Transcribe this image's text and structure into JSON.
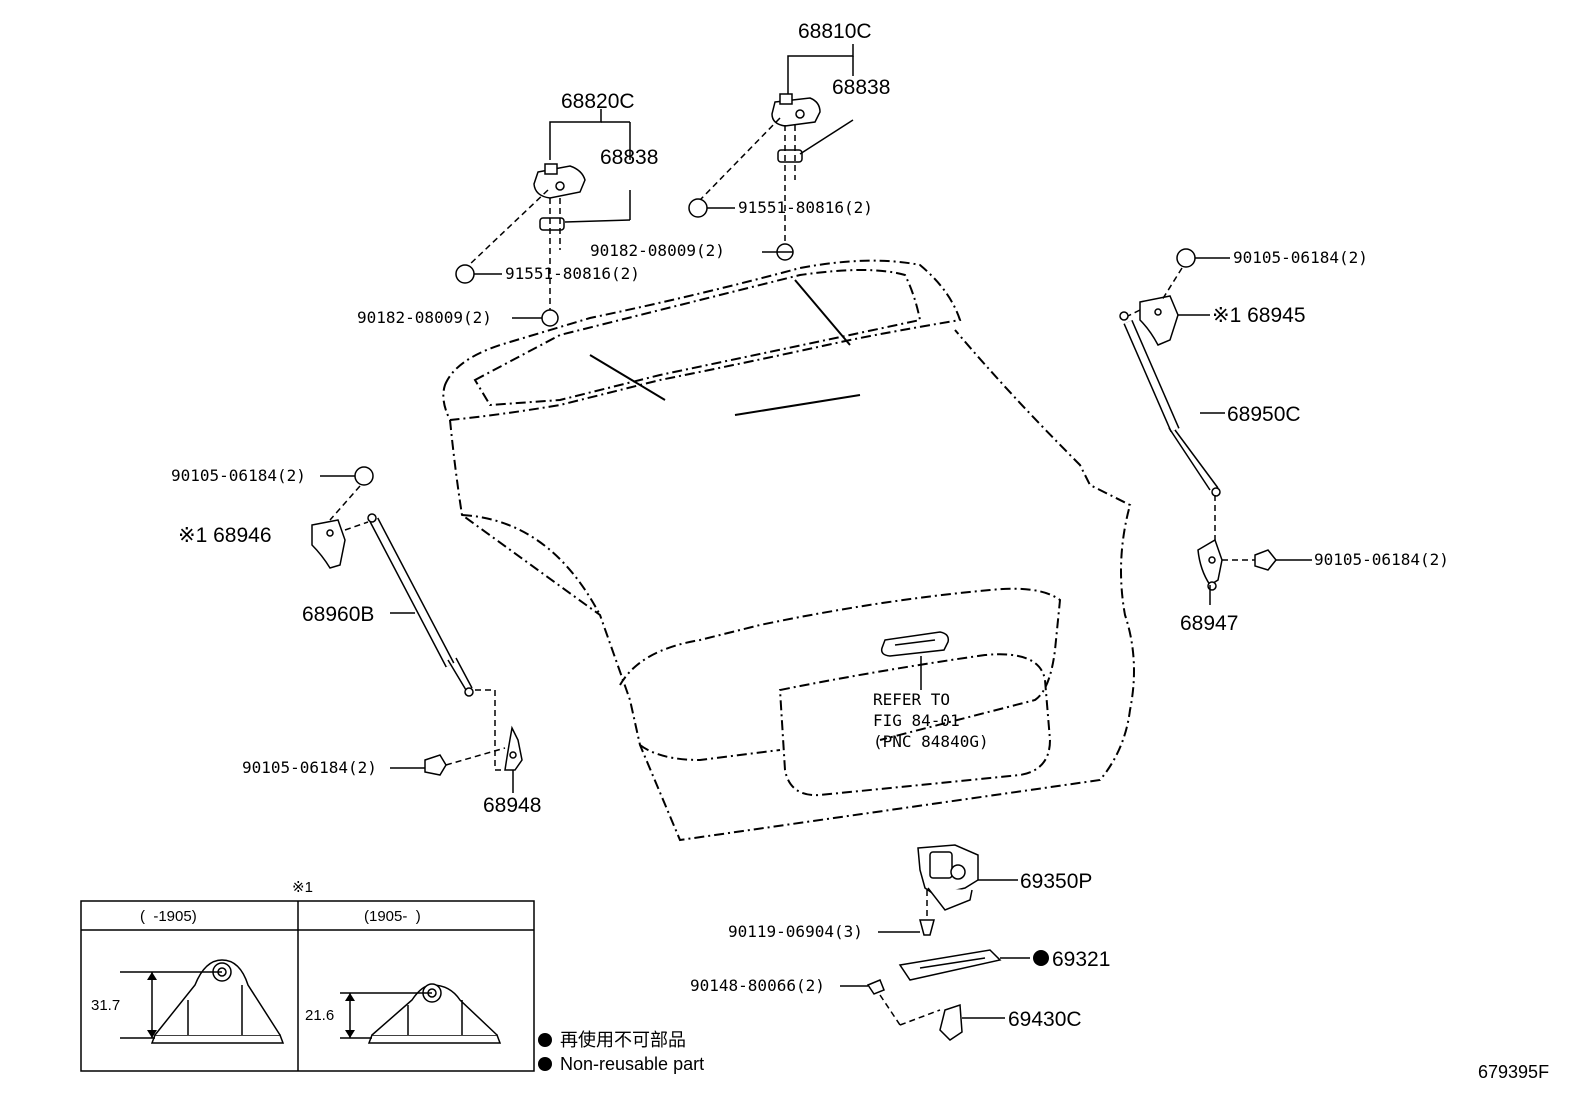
{
  "labels": {
    "p68810c": "68810C",
    "p68838_top": "68838",
    "p68820c": "68820C",
    "p68838_left": "68838",
    "p91551_right": "91551-80816(2)",
    "p90182_right": "90182-08009(2)",
    "p91551_left": "91551-80816(2)",
    "p90182_left": "90182-08009(2)",
    "p90105_tr": "90105-06184(2)",
    "p68945": "※1 68945",
    "p68950c": "68950C",
    "p90105_l": "90105-06184(2)",
    "p68946": "※1 68946",
    "p68960b": "68960B",
    "p90105_r": "90105-06184(2)",
    "p68947": "68947",
    "p90105_bl": "90105-06184(2)",
    "p68948": "68948",
    "refer1": "REFER TO",
    "refer2": "FIG 84-01",
    "refer3": "(PNC 84840G)",
    "p69350p": "69350P",
    "p90119": "90119-06904(3)",
    "p69321": "69321",
    "p90148": "90148-80066(2)",
    "p69430c": "69430C"
  },
  "inset": {
    "marker": "※1",
    "col1_header": "(  -1905)",
    "col2_header": "(1905-  )",
    "dim1": "31.7",
    "dim2": "21.6"
  },
  "legend": {
    "jp": "再使用不可部品",
    "en": "Non-reusable part"
  },
  "figure_code": "679395F"
}
